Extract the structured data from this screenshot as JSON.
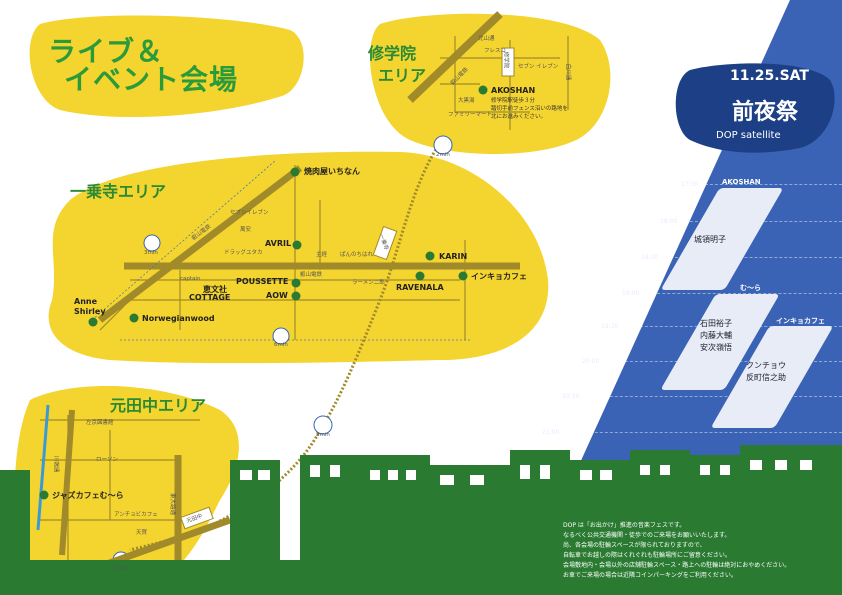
{
  "title": {
    "line1": "ライブ＆",
    "line2": "イベント会場"
  },
  "areas": {
    "shugakuin": {
      "line1": "修学院",
      "line2": "エリア"
    },
    "ichijoji": "一乗寺エリア",
    "motoyama": "元田中エリア"
  },
  "streets": {
    "kitayama": "北山通",
    "eizan1": "叡山電鉄",
    "shugakuin_st": "修学院",
    "shirakawa": "白川通",
    "eizan2": "叡山電鉄",
    "eizan3": "叡山電鉄",
    "ichijoji_st": "一乗寺",
    "motoyama_st": "元田中",
    "higashioji": "東大路通",
    "kawabata": "川端通"
  },
  "landmarks": {
    "fresco": "フレスコ",
    "seven1": "セブン\nイレブン",
    "daimaru": "大黒湯",
    "familymart": "ファミリーマート",
    "seven2": "セブンイレブン",
    "kansai": "萬安",
    "dragonzukana": "ドラッグユタカ",
    "shuseki": "主経",
    "bannno": "ぱんのちはれ",
    "ramen": "ラーメン二郎",
    "captain": "captain",
    "zuzu": "左京図書館",
    "lawson": "ローソン",
    "anchovy": "アンチョビカフェ",
    "tenkai": "天賀"
  },
  "venues": {
    "akoshan": "AKOSHAN",
    "akoshan_note": "修学院駅徒歩３分\n踏切手前フェンス沿いの路地を\n北にお進みください。",
    "yakiniku": "焼肉屋いちなん",
    "avril": "AVRIL",
    "karin": "KARIN",
    "inkyo": "インキョカフェ",
    "ravenala": "RAVENALA",
    "pousette": "POUSSETTE",
    "keibunsha": "恵文社",
    "cottage": "COTTAGE",
    "aow": "AOW",
    "anne": "Anne\nShirley",
    "norwegian": "Norwegianwood",
    "muura": "ジャズカフェむ〜ら"
  },
  "walk": {
    "w2a": "2min",
    "w3": "3min",
    "w6": "6min",
    "w2b": "2min",
    "w6b": "6min"
  },
  "event": {
    "date": "11.25.SAT",
    "name": "前夜祭",
    "sub": "DOP satellite"
  },
  "schedule": {
    "times": [
      "17:30",
      "18:00",
      "18:30",
      "19:00",
      "19:30",
      "20:00",
      "20:30",
      "21:00"
    ],
    "venues": {
      "akoshan": "AKOSHAN",
      "muura": "む〜ら",
      "inkyo": "インキョカフェ"
    },
    "acts": {
      "akoshan": "城領明子",
      "muura": "石田裕子\n内藤大輔\n安次嶺悟",
      "inkyo": "クンチョウ\n反町信之助"
    }
  },
  "notes": [
    "DOP は「お出かけ」推進の音楽フェスです。",
    "なるべく公共交通機関・徒歩でのご来場をお願いいたします。",
    "尚、各会場の駐輪スペースが限られておりますので、",
    "自転車でお越しの際はくれぐれも駐輪場所にご留意ください。",
    "会場敷地内・会場以外の店舗駐輪スペース・路上への駐輪は絶対におやめください。",
    "お車でご来場の場合は近隣コインパーキングをご利用ください。"
  ],
  "colors": {
    "yellow": "#f4d42e",
    "green": "#2a7a32",
    "blue": "#3a63b6",
    "navy": "#1d3f85",
    "olive": "#a08a2a"
  }
}
